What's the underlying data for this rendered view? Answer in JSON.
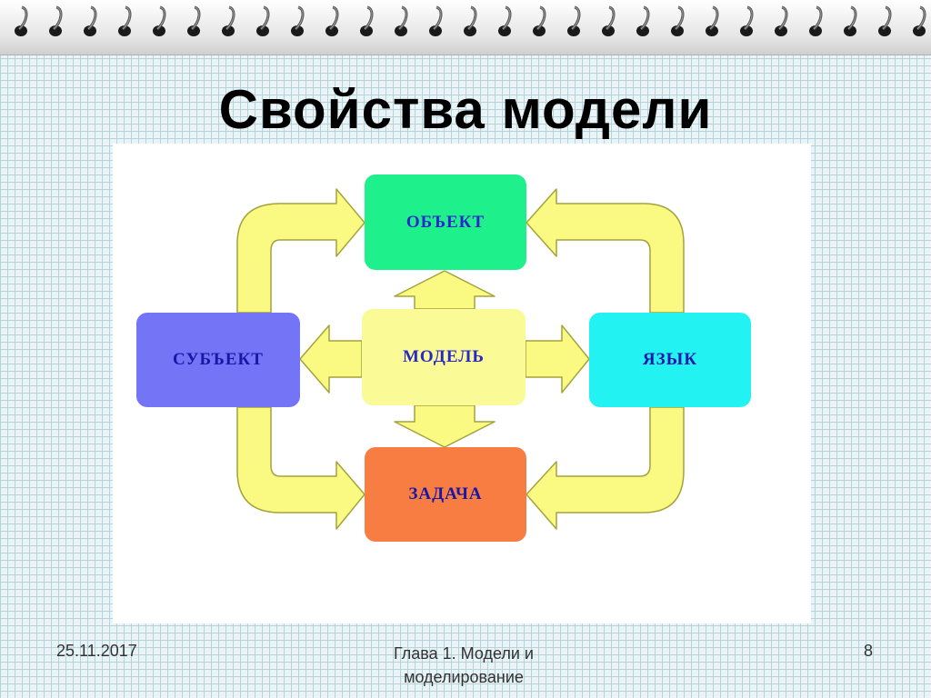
{
  "slide": {
    "title": "Свойства модели",
    "footer": {
      "date": "25.11.2017",
      "chapter": "Глава 1. Модели и моделирование",
      "page_number": "8"
    }
  },
  "diagram": {
    "nodes": {
      "object": {
        "label": "ОБЪЕКТ",
        "color": "#1ef08c",
        "text_color": "#2828c8"
      },
      "subject": {
        "label": "СУБЪЕКТ",
        "color": "#7474f6",
        "text_color": "#1818a8"
      },
      "model": {
        "label": "МОДЕЛЬ",
        "color": "#fafa96",
        "text_color": "#2828c8"
      },
      "language": {
        "label": "ЯЗЫК",
        "color": "#22f2f2",
        "text_color": "#1818a8"
      },
      "task": {
        "label": "ЗАДАЧА",
        "color": "#f77d42",
        "text_color": "#1818a8"
      }
    },
    "arrow_color": "#fafa82",
    "arrow_outline": "#a3a33c"
  }
}
